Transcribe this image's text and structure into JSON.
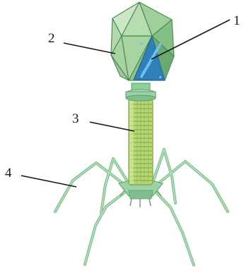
{
  "labels": {
    "l1": "1",
    "l2": "2",
    "l3": "3",
    "l4": "4"
  },
  "parts": {
    "dna": "dna-icon",
    "capsid": "capsid-icon",
    "tail": "tail-sheath-icon",
    "fibers": "tail-fibers-icon"
  },
  "colors": {
    "capsid_light": "#b7dcb1",
    "capsid_mid": "#8fca8d",
    "capsid_dark": "#5f9f66",
    "dna": "#2a90cc",
    "sheath": "#b8d770",
    "sheath_dark": "#7aa24c",
    "fiber": "#8fcf9a",
    "fiber_dark": "#5e9e6c",
    "leader": "#1a1a1a"
  }
}
